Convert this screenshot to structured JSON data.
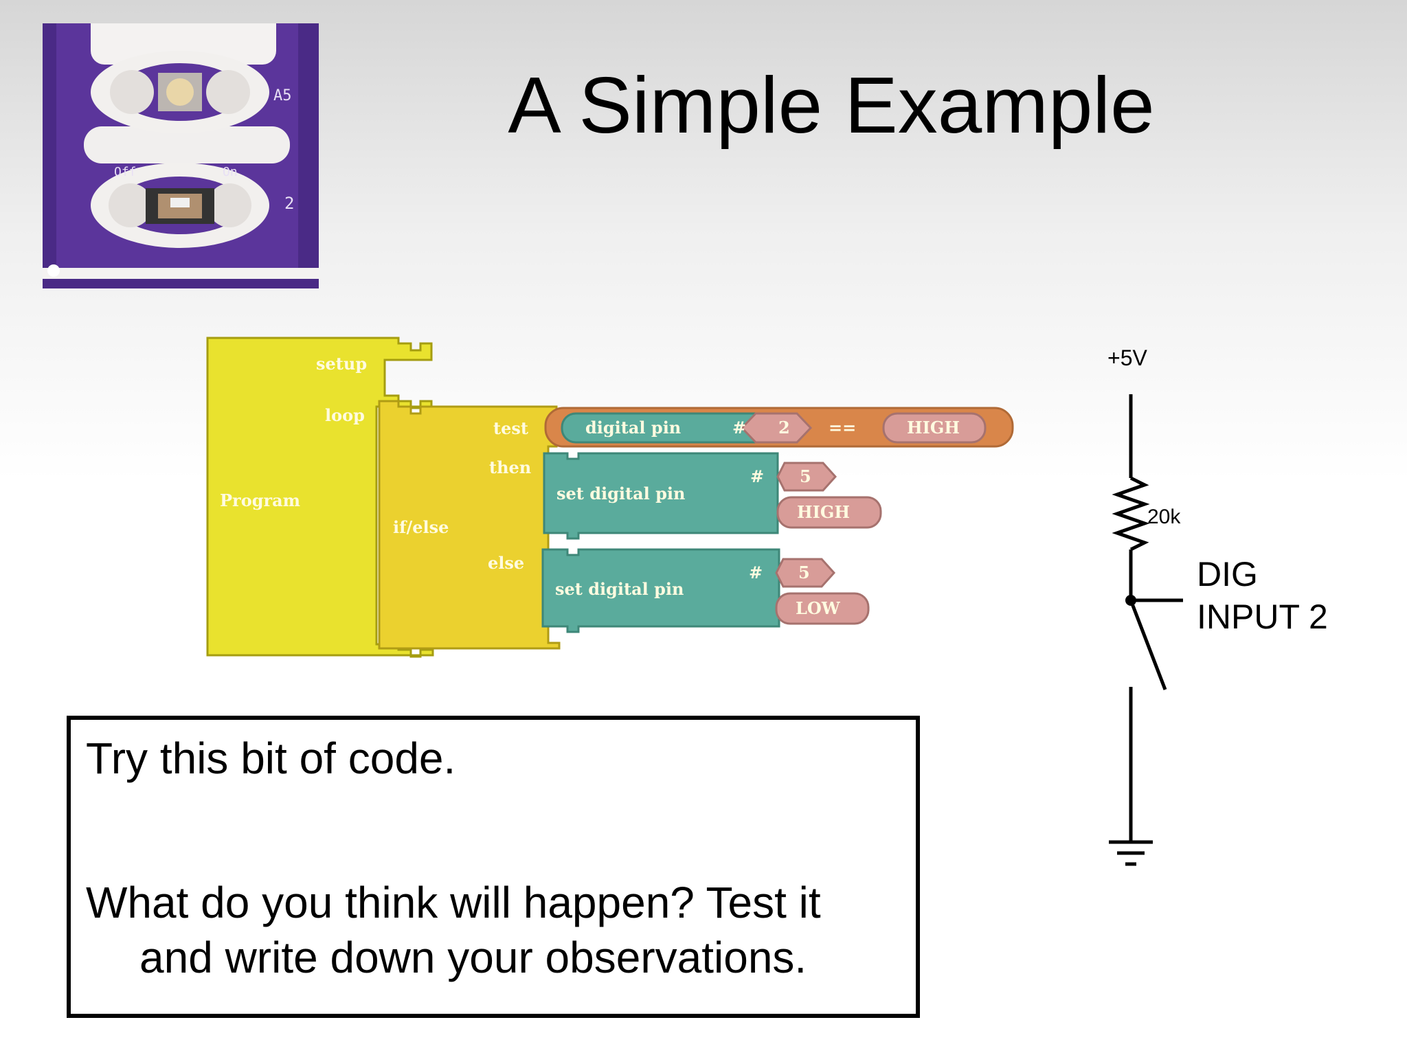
{
  "title": "A Simple Example",
  "board": {
    "labels": {
      "a5": "A5",
      "pin2": "2",
      "off": "Off",
      "on": "On"
    }
  },
  "blocks": {
    "program": "Program",
    "setup": "setup",
    "loop": "loop",
    "if_else": "if/else",
    "test": "test",
    "then": "then",
    "else": "else",
    "condition": {
      "digital_pin": "digital pin",
      "hash": "#",
      "pin": "2",
      "operator": "==",
      "value": "HIGH"
    },
    "then_stmt": {
      "label": "set digital pin",
      "hash": "#",
      "pin": "5",
      "value": "HIGH"
    },
    "else_stmt": {
      "label": "set digital pin",
      "hash": "#",
      "pin": "5",
      "value": "LOW"
    },
    "colors": {
      "program": "#e9e22e",
      "if_else": "#ebd12f",
      "teal": "#5aab9c",
      "orange": "#d9864a",
      "pink": "#d89c98"
    }
  },
  "circuit": {
    "supply": "+5V",
    "resistor": "20k",
    "input_label": "DIG\nINPUT 2"
  },
  "task": {
    "line1": "Try this bit of code.",
    "line2": "What do you think will happen? Test it",
    "line3": "and write down your observations."
  }
}
